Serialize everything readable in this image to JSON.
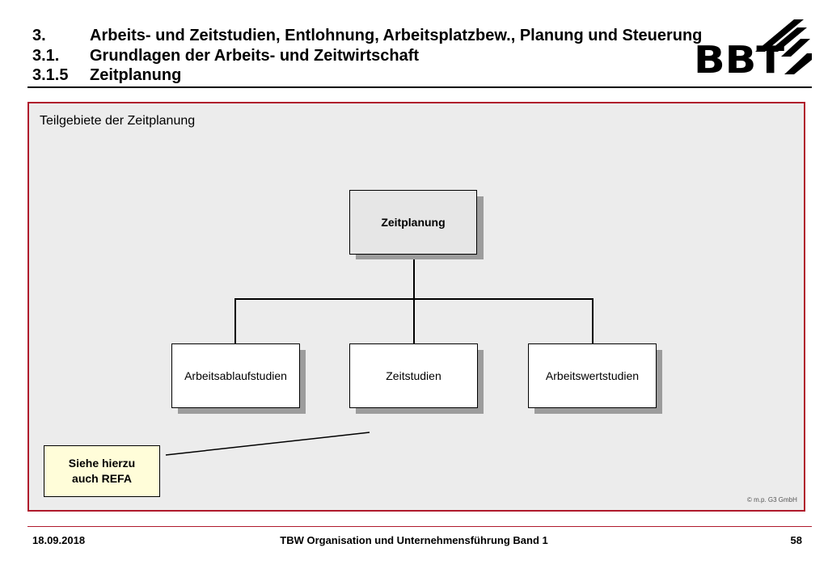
{
  "header": {
    "lines": [
      {
        "num": "3.",
        "text": "Arbeits- und Zeitstudien, Entlohnung, Arbeitsplatzbew., Planung und Steuerung"
      },
      {
        "num": "3.1.",
        "text": "Grundlagen der Arbeits- und Zeitwirtschaft"
      },
      {
        "num": "3.1.5",
        "text": "Zeitplanung"
      }
    ],
    "logo_text": "BBT"
  },
  "diagram": {
    "title": "Teilgebiete der Zeitplanung",
    "root": "Zeitplanung",
    "children": [
      "Arbeitsablaufstudien",
      "Zeitstudien",
      "Arbeitswertstudien"
    ],
    "note": {
      "line1": "Siehe hierzu",
      "line2": "auch REFA"
    },
    "copyright": "© m.p. G3 GmbH"
  },
  "footer": {
    "date": "18.09.2018",
    "title": "TBW Organisation und Unternehmensführung Band 1",
    "page": "58"
  },
  "colors": {
    "frame": "#b01a2c",
    "panel_bg": "#ececec",
    "root_fill": "#e6e6e6",
    "note_fill": "#fffdd9",
    "shadow": "#9c9c9c"
  }
}
